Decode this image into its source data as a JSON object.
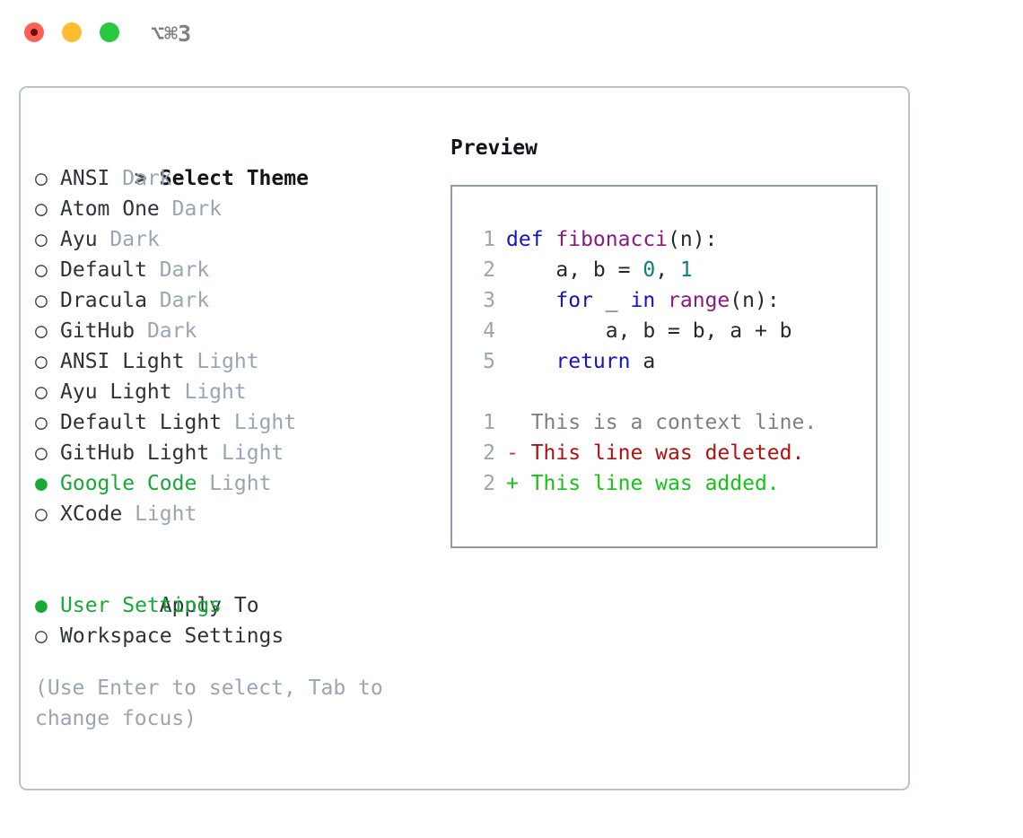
{
  "window": {
    "title": "⌥⌘3",
    "traffic_lights": [
      {
        "name": "close",
        "color": "#ff5f57"
      },
      {
        "name": "minimize",
        "color": "#ffbd2e"
      },
      {
        "name": "zoom",
        "color": "#28c840"
      }
    ]
  },
  "theme_picker": {
    "header_marker": ">",
    "header_label": "Select Theme",
    "items": [
      {
        "marker": "○",
        "name": "ANSI",
        "variant": "Dark",
        "selected": false
      },
      {
        "marker": "○",
        "name": "Atom One",
        "variant": "Dark",
        "selected": false
      },
      {
        "marker": "○",
        "name": "Ayu",
        "variant": "Dark",
        "selected": false
      },
      {
        "marker": "○",
        "name": "Default",
        "variant": "Dark",
        "selected": false
      },
      {
        "marker": "○",
        "name": "Dracula",
        "variant": "Dark",
        "selected": false
      },
      {
        "marker": "○",
        "name": "GitHub",
        "variant": "Dark",
        "selected": false
      },
      {
        "marker": "○",
        "name": "ANSI Light",
        "variant": "Light",
        "selected": false
      },
      {
        "marker": "○",
        "name": "Ayu Light",
        "variant": "Light",
        "selected": false
      },
      {
        "marker": "○",
        "name": "Default Light",
        "variant": "Light",
        "selected": false
      },
      {
        "marker": "○",
        "name": "GitHub Light",
        "variant": "Light",
        "selected": false
      },
      {
        "marker": "●",
        "name": "Google Code",
        "variant": "Light",
        "selected": true
      },
      {
        "marker": "○",
        "name": "XCode",
        "variant": "Light",
        "selected": false
      }
    ]
  },
  "apply_to": {
    "header_label": "Apply To",
    "items": [
      {
        "marker": "●",
        "name": "User Settings",
        "selected": true
      },
      {
        "marker": "○",
        "name": "Workspace Settings",
        "selected": false
      }
    ]
  },
  "hint": "(Use Enter to select, Tab to change focus)",
  "preview": {
    "title": "Preview",
    "code_lines": [
      {
        "ln": "1",
        "tokens": [
          {
            "t": "def ",
            "c": "kw"
          },
          {
            "t": "fibonacci",
            "c": "fn"
          },
          {
            "t": "(n):",
            "c": "plain"
          }
        ]
      },
      {
        "ln": "2",
        "tokens": [
          {
            "t": "    a, b = ",
            "c": "plain"
          },
          {
            "t": "0",
            "c": "num"
          },
          {
            "t": ", ",
            "c": "plain"
          },
          {
            "t": "1",
            "c": "num"
          }
        ]
      },
      {
        "ln": "3",
        "tokens": [
          {
            "t": "    ",
            "c": "plain"
          },
          {
            "t": "for",
            "c": "kw"
          },
          {
            "t": " _ ",
            "c": "plain"
          },
          {
            "t": "in",
            "c": "kw"
          },
          {
            "t": " ",
            "c": "plain"
          },
          {
            "t": "range",
            "c": "fn"
          },
          {
            "t": "(n):",
            "c": "plain"
          }
        ]
      },
      {
        "ln": "4",
        "tokens": [
          {
            "t": "        a, b = b, a + b",
            "c": "plain"
          }
        ]
      },
      {
        "ln": "5",
        "tokens": [
          {
            "t": "    ",
            "c": "plain"
          },
          {
            "t": "return",
            "c": "kw"
          },
          {
            "t": " a",
            "c": "plain"
          }
        ]
      }
    ],
    "diff_lines": [
      {
        "ln": "1",
        "tokens": [
          {
            "t": "  This is a context line.",
            "c": "ctx"
          }
        ]
      },
      {
        "ln": "2",
        "tokens": [
          {
            "t": "- ",
            "c": "del-mark"
          },
          {
            "t": "This line was deleted.",
            "c": "del"
          }
        ]
      },
      {
        "ln": "2",
        "tokens": [
          {
            "t": "+ ",
            "c": "add"
          },
          {
            "t": "This line was added.",
            "c": "add"
          }
        ]
      }
    ]
  },
  "colors": {
    "accent_green": "#17a938",
    "muted": "#9aa5b4",
    "keyword": "#1414c8",
    "function": "#8c1a7d",
    "number": "#0d7d7d",
    "diff_added": "#14c414",
    "diff_deleted": "#b21010",
    "panel_border": "#b9c2cf",
    "preview_border": "#8e9aab"
  }
}
